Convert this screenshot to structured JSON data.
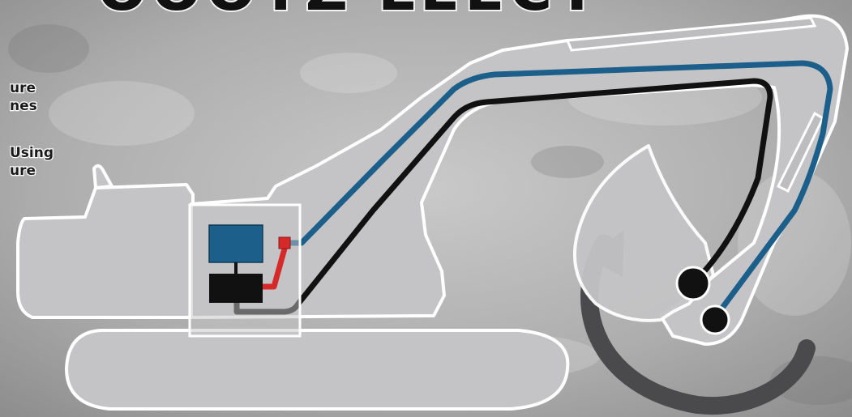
{
  "title_fragment": "OOOTZ LEECT",
  "side_text": {
    "line1": "ure",
    "line2": "nes",
    "line3": "Using",
    "line4": "ure"
  },
  "colors": {
    "background": "#a9a9a9",
    "machine_body": "#c4c4c6",
    "outline": "#ffffff",
    "line_blue": "#1b5f8a",
    "line_black": "#111111",
    "line_red": "#d62a2a",
    "rotation_arrow": "#4a4a4c"
  },
  "components": {
    "upper_box": "blue",
    "lower_box": "black",
    "connector": "red"
  },
  "arrow": "clockwise-rotation-arrow"
}
